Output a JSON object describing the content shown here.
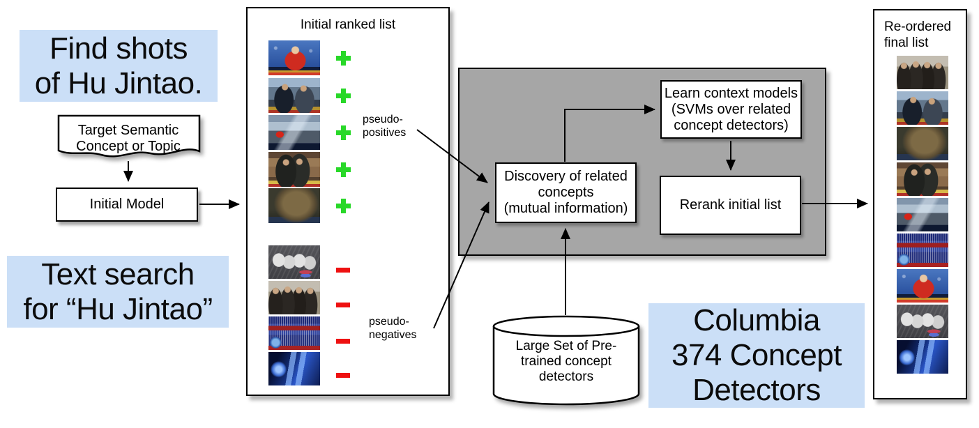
{
  "colors": {
    "highlight_blue": "#cbdff7",
    "context_panel_gray": "#a6a6a6",
    "positive_green": "#28d828",
    "negative_red": "#ee1111"
  },
  "notes": {
    "find_shots": {
      "lines": [
        "Find shots",
        "of Hu Jintao."
      ]
    },
    "text_search": {
      "lines": [
        "Text search",
        "for “Hu Jintao”"
      ]
    },
    "columbia": {
      "lines": [
        "Columbia",
        "374 Concept",
        "Detectors"
      ]
    }
  },
  "flow": {
    "target_concept": {
      "lines": [
        "Target Semantic",
        "Concept or Topic"
      ]
    },
    "initial_model": "Initial Model",
    "discovery": {
      "lines": [
        "Discovery of related",
        "concepts",
        "(mutual information)"
      ]
    },
    "learn_context": {
      "lines": [
        "Learn context models",
        "(SVMs over related",
        "concept detectors)"
      ]
    },
    "rerank": "Rerank initial list",
    "detectors_db": {
      "lines": [
        "Large Set of Pre-",
        "trained concept",
        "detectors"
      ]
    }
  },
  "initial_list": {
    "title": "Initial ranked list",
    "positives_label": {
      "lines": [
        "pseudo-",
        "positives"
      ]
    },
    "negatives_label": {
      "lines": [
        "pseudo-",
        "negatives"
      ]
    },
    "positive_marker": "plus",
    "negative_marker": "minus",
    "positives": [
      {
        "name": "news-anchor",
        "style": "anchor"
      },
      {
        "name": "outdoor-meeting",
        "style": "outdoor"
      },
      {
        "name": "car-with-flag",
        "style": "car"
      },
      {
        "name": "handshake",
        "style": "handshake"
      },
      {
        "name": "face-closeup",
        "style": "face"
      }
    ],
    "negatives": [
      {
        "name": "title-card",
        "style": "titlecard"
      },
      {
        "name": "suits-group",
        "style": "suits"
      },
      {
        "name": "assembly-hall",
        "style": "assembly"
      },
      {
        "name": "ctn-logo",
        "style": "ctn"
      }
    ]
  },
  "final_list": {
    "title": {
      "lines": [
        "Re-ordered",
        "final list"
      ]
    },
    "order": [
      "suits-group",
      "outdoor-meeting",
      "face-closeup",
      "handshake",
      "car-with-flag",
      "assembly-hall",
      "news-anchor",
      "title-card",
      "ctn-logo"
    ]
  }
}
